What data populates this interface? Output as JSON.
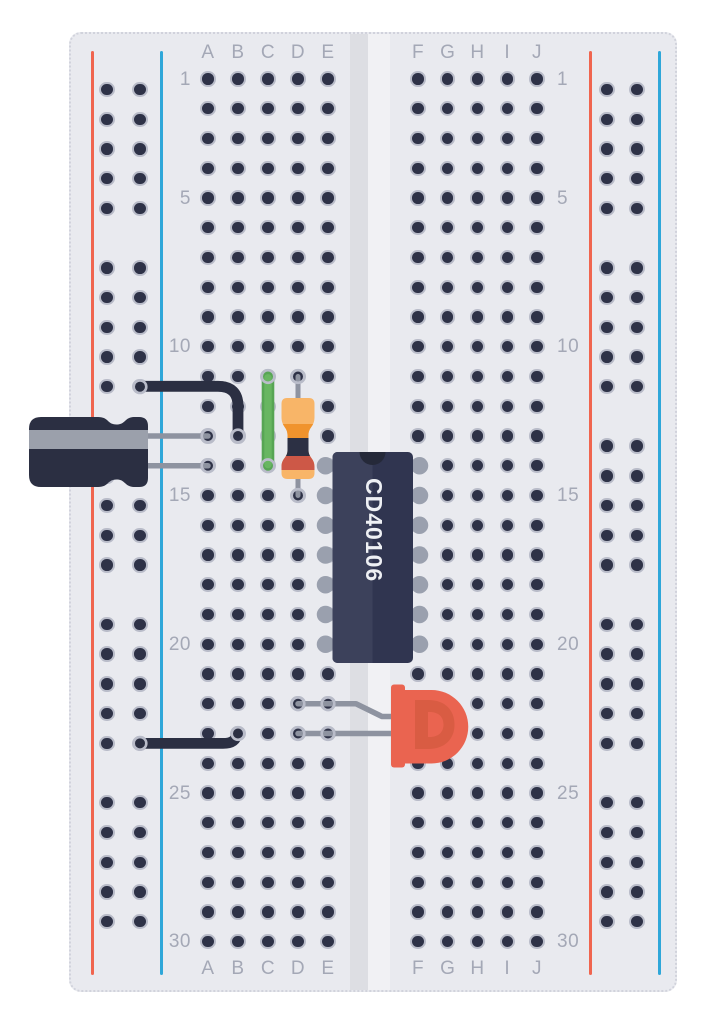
{
  "board": {
    "left_column_labels": [
      "A",
      "B",
      "C",
      "D",
      "E"
    ],
    "right_column_labels": [
      "F",
      "G",
      "H",
      "I",
      "J"
    ],
    "numbered_rows": [
      "1",
      "5",
      "10",
      "15",
      "20",
      "25",
      "30"
    ],
    "total_rows": 30,
    "rail_hole_rows": 25,
    "colors": {
      "board_bg": "#e9eaef",
      "hole_ring": "#b9bcc9",
      "hole_dot": "#2e3247",
      "rail_positive": "#f0654f",
      "rail_negative": "#2fa7d9",
      "label_text": "#a4a8b6",
      "channel_shadow": "#dddee3",
      "channel_highlight": "#f1f1f4"
    }
  },
  "components": {
    "ic": {
      "label": "CD40106",
      "body_color": "#303550",
      "body_color_light": "#3c415b",
      "notch_color": "#252939",
      "pin_color": "#9aa0ae",
      "text_color": "#eef0f4",
      "pins_left": "E14-E20",
      "pins_right": "F14-F20"
    },
    "resistor": {
      "body_color": "#f8b568",
      "bands": [
        "#f0932d",
        "#2c3044",
        "#cd5847"
      ],
      "lead_color": "#8e93a0",
      "from": "D11",
      "to": "D15"
    },
    "capacitor": {
      "body_color": "#2b2f42",
      "stripe_color": "#9ba0ab",
      "lead_color": "#8e93a0",
      "leads": "A13, A14"
    },
    "led": {
      "body_color": "#ea6450",
      "highlight_color": "#d95c43",
      "lead_color": "#8e93a0",
      "leads": "D22, D23"
    },
    "jumper_wire_top": {
      "color": "#2b2f42",
      "from": "left rail",
      "to": "B13"
    },
    "jumper_wire_bottom": {
      "color": "#2b2f42",
      "from": "left rail",
      "to": "B23"
    },
    "green_wire": {
      "color": "#68b661",
      "outline": "#57a554",
      "from": "C11",
      "to": "C14"
    }
  }
}
